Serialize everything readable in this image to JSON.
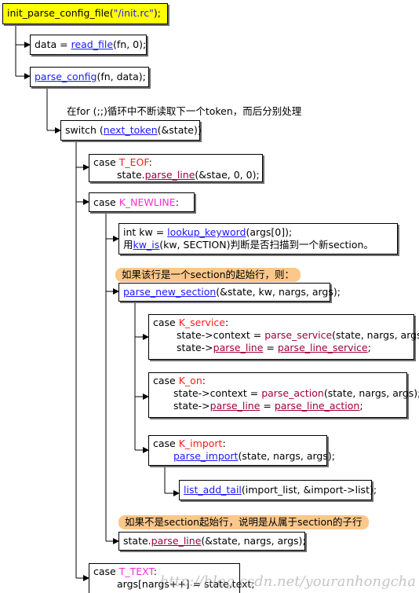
{
  "root": {
    "call": "init_parse_config_file",
    "open": "(",
    "arg": "\"/init.rc\"",
    "close": ");"
  },
  "data_read": {
    "lhs": "data = ",
    "fn": "read_file",
    "args": "(fn, 0);"
  },
  "parse_config": {
    "fn": "parse_config",
    "args": "(fn, data);"
  },
  "loop_note": "在for (;;)循环中不断读取下一个token，而后分别处理",
  "switch_box": {
    "pre": "switch (",
    "fn": "next_token",
    "post": "(&state))"
  },
  "case_eof": {
    "kw": "case ",
    "name": "T_EOF",
    "colon": ":",
    "l2a": "state.",
    "l2fn": "parse_line",
    "l2b": "(&stae, 0, 0);"
  },
  "case_newline": {
    "kw": "case ",
    "name": "K_NEWLINE",
    "colon": ":"
  },
  "lookup": {
    "l1a": "int kw = ",
    "l1fn": "lookup_keyword",
    "l1b": "(args[0]);",
    "l2a": "用",
    "l2fn": "kw_is",
    "l2b": "(kw, SECTION)判断是否扫描到一个新section。"
  },
  "note_section": "如果该行是一个section的起始行，则：",
  "new_section": {
    "fn": "parse_new_section",
    "args": "(&state, kw, nargs, args);"
  },
  "case_service": {
    "kw": "case ",
    "name": "K_service",
    "colon": ":",
    "l2a": "state->context = ",
    "l2fn": "parse_service",
    "l2b": "(state, nargs, args);",
    "l3a": "state->",
    "l3f": "parse_line",
    "l3b": " = ",
    "l3v": "parse_line_service",
    "l3c": ";"
  },
  "case_on": {
    "kw": "case ",
    "name": "K_on",
    "colon": ":",
    "l2a": "state->context = ",
    "l2fn": "parse_action",
    "l2b": "(state, nargs, args);",
    "l3a": "state->",
    "l3f": "parse_line",
    "l3b": " = ",
    "l3v": "parse_line_action",
    "l3c": ";"
  },
  "case_import": {
    "kw": "case ",
    "name": "K_import",
    "colon": ":",
    "l2fn": "parse_import",
    "l2b": "(state, nargs, args);"
  },
  "list_add": {
    "fn": "list_add_tail",
    "args": "(import_list, &import->list);"
  },
  "note_not_section": "如果不是section起始行，说明是从属于section的子行",
  "parse_line_box": {
    "a": "state.",
    "fn": "parse_line",
    "b": "(&state, nargs, args);"
  },
  "case_text": {
    "kw": "case ",
    "name": "T_TEXT",
    "colon": ":",
    "l2": "args[nargs++] = state.text;"
  },
  "watermark": "http://blog.csdn.net/youranhongcha",
  "colors": {
    "root_fill": "#ffff00",
    "function": "#1a1aff",
    "case_label": "#ff1a1a",
    "token": "#ff2bd6",
    "field": "#a0003c",
    "note_pill": "#fbc78a"
  }
}
